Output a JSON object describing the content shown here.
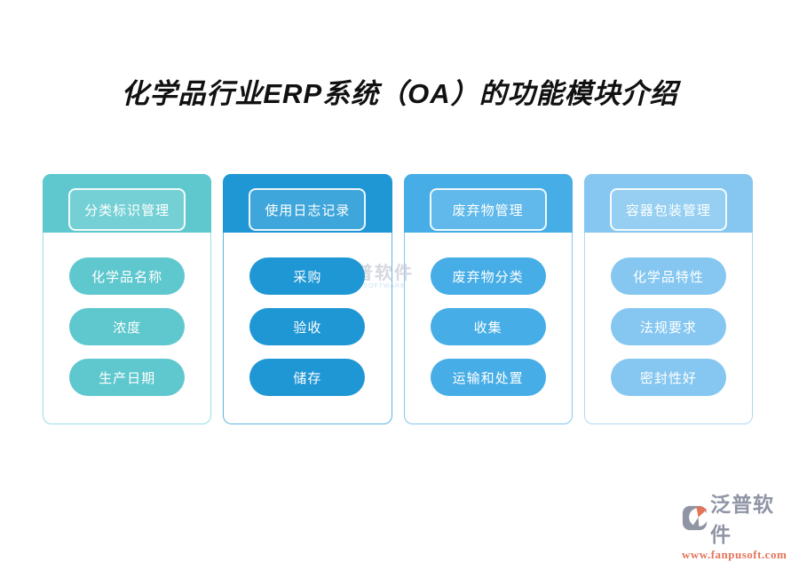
{
  "title": "化学品行业ERP系统（OA）的功能模块介绍",
  "cards": [
    {
      "header": "分类标识管理",
      "color": "#5ec8ce",
      "border_color": "#9adfe3",
      "items": [
        "化学品名称",
        "浓度",
        "生产日期"
      ]
    },
    {
      "header": "使用日志记录",
      "color": "#2097d5",
      "border_color": "#5cb4e0",
      "items": [
        "采购",
        "验收",
        "储存"
      ]
    },
    {
      "header": "废弃物管理",
      "color": "#46ade6",
      "border_color": "#83c6ee",
      "items": [
        "废弃物分类",
        "收集",
        "运输和处置"
      ]
    },
    {
      "header": "容器包装管理",
      "color": "#85c7f0",
      "border_color": "#aed9f6",
      "items": [
        "化学品特性",
        "法规要求",
        "密封性好"
      ]
    }
  ],
  "watermark": {
    "name": "泛普软件",
    "subtext": "FANPU SOFTWARE"
  },
  "footer": {
    "brand_name": "泛普软件",
    "website": "www.fanpusoft.com",
    "icon_gray": "#9095a5",
    "icon_orange": "#e4745a"
  }
}
